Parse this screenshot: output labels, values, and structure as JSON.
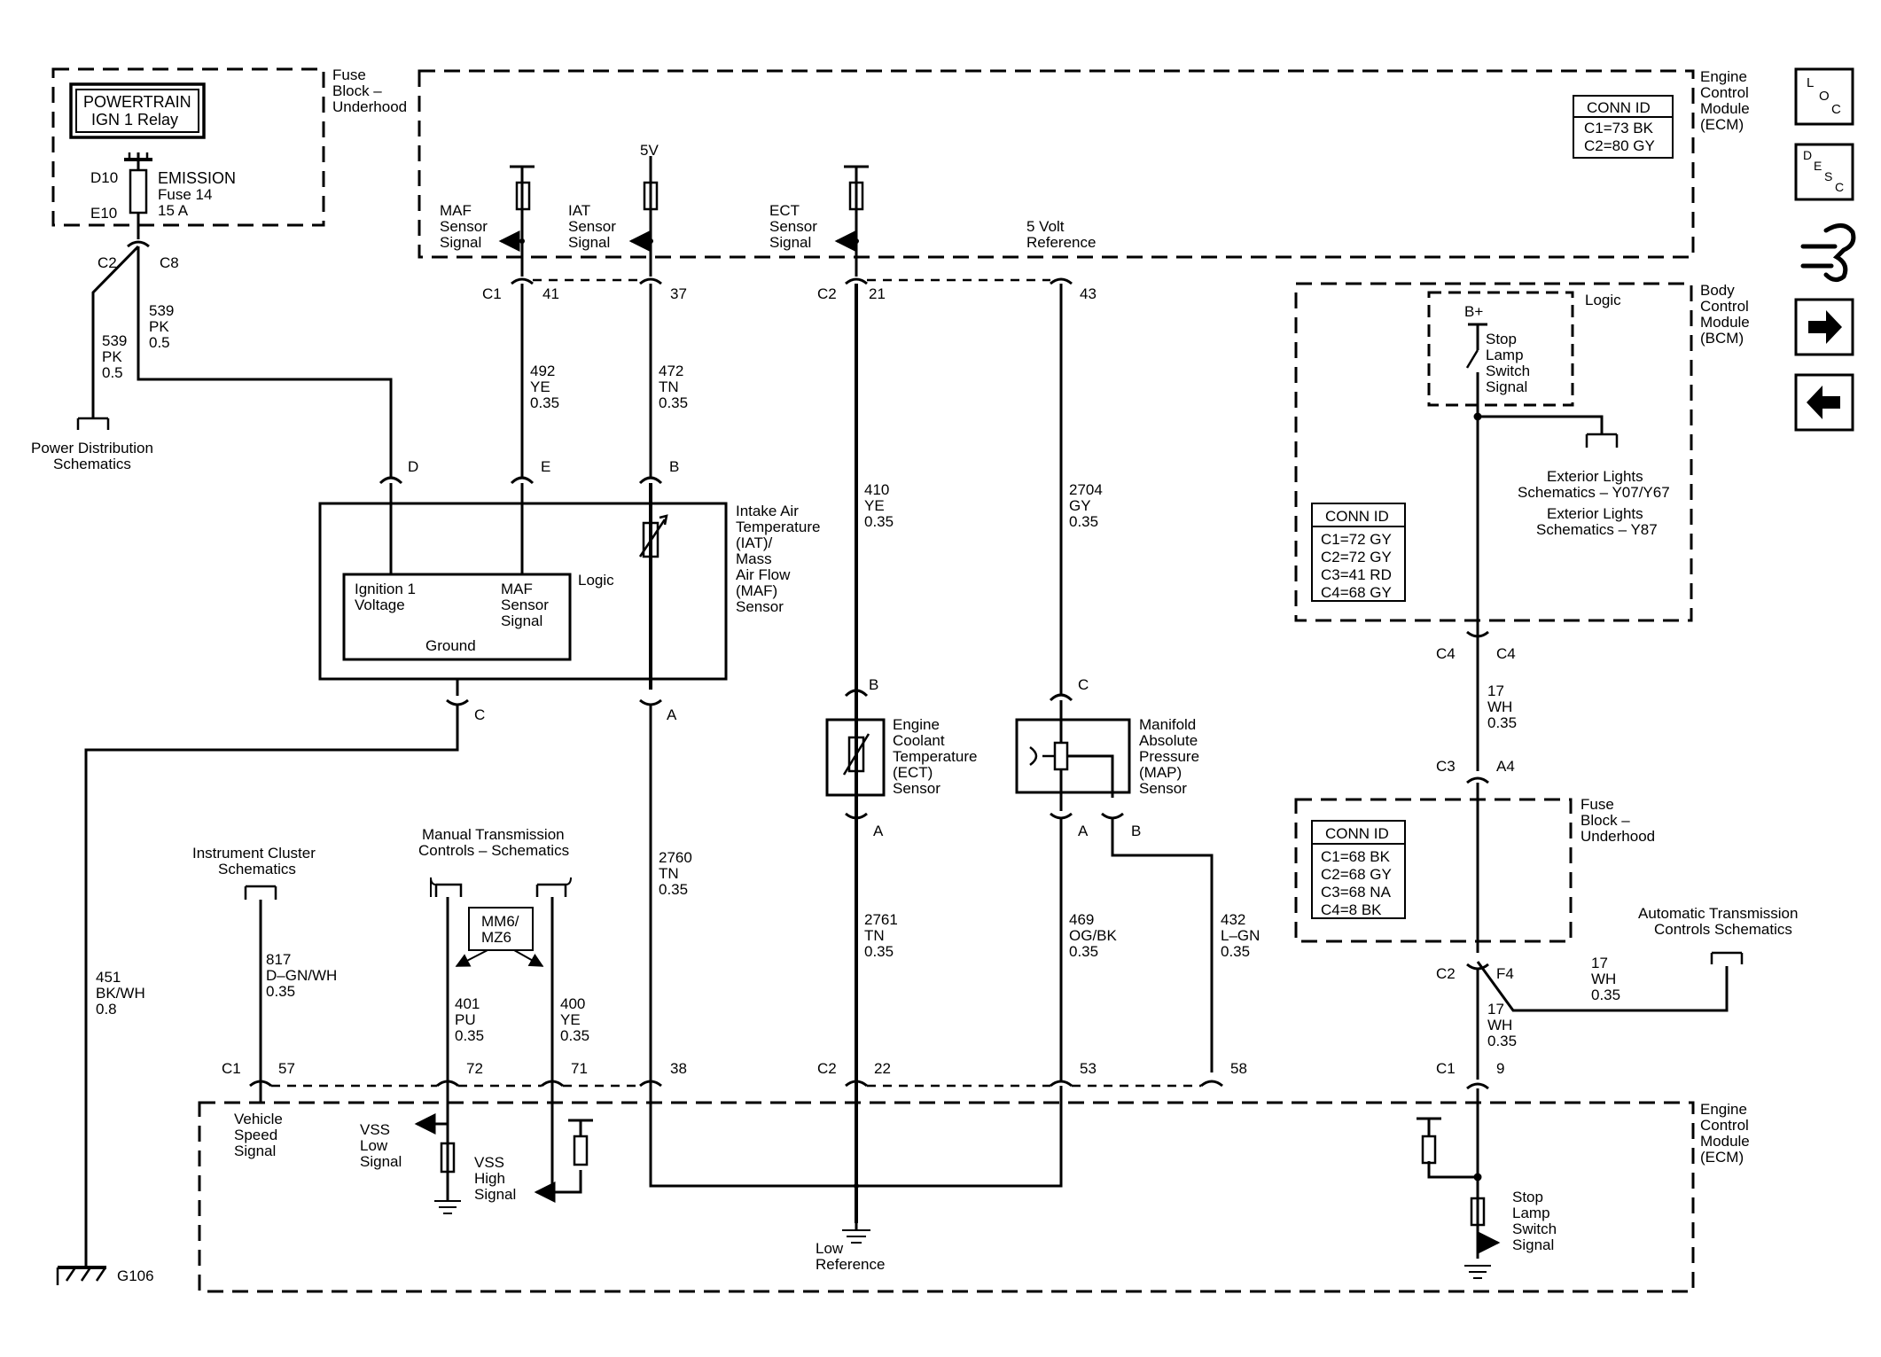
{
  "labels": {
    "powertrain": "POWERTRAIN",
    "ign_relay": "IGN 1 Relay",
    "fuse_block_1": "Fuse",
    "fuse_block_2": "Block –",
    "fuse_block_3": "Underhood",
    "d10": "D10",
    "e10": "E10",
    "emission": "EMISSION",
    "fuse14": "Fuse 14",
    "fuse_amp": "15 A",
    "c2_top": "C2",
    "c8_top": "C8",
    "w539a_1": "539",
    "w539a_2": "PK",
    "w539a_3": "0.5",
    "w539b_1": "539",
    "w539b_2": "PK",
    "w539b_3": "0.5",
    "pds_1": "Power Distribution",
    "pds_2": "Schematics",
    "ecm_top_1": "Engine",
    "ecm_top_2": "Control",
    "ecm_top_3": "Module",
    "ecm_top_4": "(ECM)",
    "conn_top_title": "CONN ID",
    "conn_top_1": "C1=73 BK",
    "conn_top_2": "C2=80 GY",
    "maf_1": "MAF",
    "maf_2": "Sensor",
    "maf_3": "Signal",
    "iat_1": "IAT",
    "iat_2": "Sensor",
    "iat_3": "Signal",
    "five_v": "5V",
    "ect_1": "ECT",
    "ect_2": "Sensor",
    "ect_3": "Signal",
    "ref5_1": "5 Volt",
    "ref5_2": "Reference",
    "c1_a": "C1",
    "p41": "41",
    "p37": "37",
    "c2_a": "C2",
    "p21": "21",
    "p43": "43",
    "w492_1": "492",
    "w492_2": "YE",
    "w492_3": "0.35",
    "w472_1": "472",
    "w472_2": "TN",
    "w472_3": "0.35",
    "w410_1": "410",
    "w410_2": "YE",
    "w410_3": "0.35",
    "w2704_1": "2704",
    "w2704_2": "GY",
    "w2704_3": "0.35",
    "pin_d": "D",
    "pin_e": "E",
    "pin_b1": "B",
    "iatmaf_1": "Intake Air",
    "iatmaf_2": "Temperature",
    "iatmaf_3": "(IAT)/",
    "iatmaf_4": "Mass",
    "iatmaf_5": "Air Flow",
    "iatmaf_6": "(MAF)",
    "iatmaf_7": "Sensor",
    "ign1_1": "Ignition 1",
    "ign1_2": "Voltage",
    "mafsig_1": "MAF",
    "mafsig_2": "Sensor",
    "mafsig_3": "Signal",
    "logic_a": "Logic",
    "ground": "Ground",
    "pin_c1": "C",
    "pin_a1": "A",
    "pin_b2": "B",
    "pin_c2": "C",
    "ectsens_1": "Engine",
    "ectsens_2": "Coolant",
    "ectsens_3": "Temperature",
    "ectsens_4": "(ECT)",
    "ectsens_5": "Sensor",
    "map_1": "Manifold",
    "map_2": "Absolute",
    "map_3": "Pressure",
    "map_4": "(MAP)",
    "map_5": "Sensor",
    "pin_a2": "A",
    "pin_a3": "A",
    "pin_b3": "B",
    "bcm_1": "Body",
    "bcm_2": "Control",
    "bcm_3": "Module",
    "bcm_4": "(BCM)",
    "logic_b": "Logic",
    "bplus": "B+",
    "stop_1": "Stop",
    "stop_2": "Lamp",
    "stop_3": "Switch",
    "stop_4": "Signal",
    "ext1_1": "Exterior Lights",
    "ext1_2": "Schematics – Y07/Y67",
    "ext2_1": "Exterior Lights",
    "ext2_2": "Schematics – Y87",
    "conn_bcm_title": "CONN ID",
    "conn_bcm_1": "C1=72 GY",
    "conn_bcm_2": "C2=72 GY",
    "conn_bcm_3": "C3=41 RD",
    "conn_bcm_4": "C4=68 GY",
    "c4a": "C4",
    "c4b": "C4",
    "w17a_1": "17",
    "w17a_2": "WH",
    "w17a_3": "0.35",
    "c3": "C3",
    "a4": "A4",
    "fb2_1": "Fuse",
    "fb2_2": "Block –",
    "fb2_3": "Underhood",
    "conn_fb_title": "CONN ID",
    "conn_fb_1": "C1=68 BK",
    "conn_fb_2": "C2=68 GY",
    "conn_fb_3": "C3=68 NA",
    "conn_fb_4": "C4=8 BK",
    "ats_1": "Automatic Transmission",
    "ats_2": "Controls Schematics",
    "c2_b": "C2",
    "f4": "F4",
    "w17b_1": "17",
    "w17b_2": "WH",
    "w17b_3": "0.35",
    "w17c_1": "17",
    "w17c_2": "WH",
    "w17c_3": "0.35",
    "c1_d": "C1",
    "p9": "9",
    "ic_1": "Instrument Cluster",
    "ic_2": "Schematics",
    "mtc_1": "Manual Transmission",
    "mtc_2": "Controls – Schematics",
    "mm6_1": "MM6/",
    "mm6_2": "MZ6",
    "w817_1": "817",
    "w817_2": "D–GN/WH",
    "w817_3": "0.35",
    "w401_1": "401",
    "w401_2": "PU",
    "w401_3": "0.35",
    "w400_1": "400",
    "w400_2": "YE",
    "w400_3": "0.35",
    "w2760_1": "2760",
    "w2760_2": "TN",
    "w2760_3": "0.35",
    "w2761_1": "2761",
    "w2761_2": "TN",
    "w2761_3": "0.35",
    "w469_1": "469",
    "w469_2": "OG/BK",
    "w469_3": "0.35",
    "w432_1": "432",
    "w432_2": "L–GN",
    "w432_3": "0.35",
    "w451_1": "451",
    "w451_2": "BK/WH",
    "w451_3": "0.8",
    "c1_b": "C1",
    "p57": "57",
    "p72": "72",
    "p71": "71",
    "p38": "38",
    "c2_c": "C2",
    "p22": "22",
    "p53": "53",
    "p58": "58",
    "vss_1": "Vehicle",
    "vss_2": "Speed",
    "vss_3": "Signal",
    "vsslow_1": "VSS",
    "vsslow_2": "Low",
    "vsslow_3": "Signal",
    "vsshigh_1": "VSS",
    "vsshigh_2": "High",
    "vsshigh_3": "Signal",
    "lowref_1": "Low",
    "lowref_2": "Reference",
    "ecm_bot_1": "Engine",
    "ecm_bot_2": "Control",
    "ecm_bot_3": "Module",
    "ecm_bot_4": "(ECM)",
    "stop2_1": "Stop",
    "stop2_2": "Lamp",
    "stop2_3": "Switch",
    "stop2_4": "Signal",
    "g106": "G106",
    "loc_l": "L",
    "loc_o": "O",
    "loc_c": "C",
    "desc_d": "D",
    "desc_e": "E",
    "desc_s": "S",
    "desc_c": "C"
  },
  "icons": {
    "loc": "loc-icon",
    "desc": "desc-icon",
    "connector": "connector-end-view-icon",
    "next": "arrow-right-icon",
    "prev": "arrow-left-icon"
  },
  "colors": {
    "ink": "#000000",
    "paper": "#ffffff"
  }
}
